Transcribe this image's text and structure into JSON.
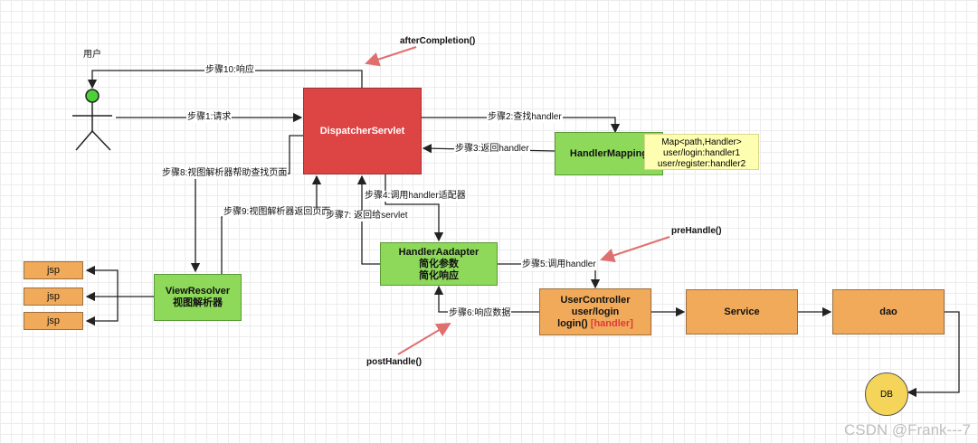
{
  "actor": {
    "label": "用户"
  },
  "nodes": {
    "dispatcher": "DispatcherServlet",
    "handler_mapping": "HandlerMapping",
    "handler_adapter": [
      "HandlerAadapter",
      "简化参数",
      "简化响应"
    ],
    "view_resolver": [
      "ViewResolver",
      "视图解析器"
    ],
    "user_controller": [
      "UserController",
      "user/login",
      "login()",
      "[handler]"
    ],
    "service": "Service",
    "dao": "dao",
    "db": "DB",
    "jsp": [
      "jsp",
      "jsp",
      "jsp"
    ]
  },
  "mapping_note": [
    "Map<path,Handler>",
    "user/login:handler1",
    "user/register:handler2"
  ],
  "steps": {
    "s1": "步骤1:请求",
    "s2": "步骤2:查找handler",
    "s3": "步骤3:返回handler",
    "s4": "步骤4:调用handler适配器",
    "s5": "步骤5:调用handler",
    "s6": "步骤6:响应数据",
    "s7": "步骤7: 返回给servlet",
    "s8": "步骤8:视图解析器帮助查找页面",
    "s9": "步骤9:视图解析器返回页面",
    "s10": "步骤10:响应"
  },
  "hooks": {
    "after": "afterCompletion()",
    "pre": "preHandle()",
    "post": "postHandle()"
  },
  "watermark": "CSDN @Frank---7",
  "colors": {
    "dispatcher": "#dd4444",
    "green": "#8ed85a",
    "orange": "#f0aa5a",
    "note": "#fefeb0",
    "db": "#f5d45a",
    "hook_arrow": "#e07070"
  }
}
